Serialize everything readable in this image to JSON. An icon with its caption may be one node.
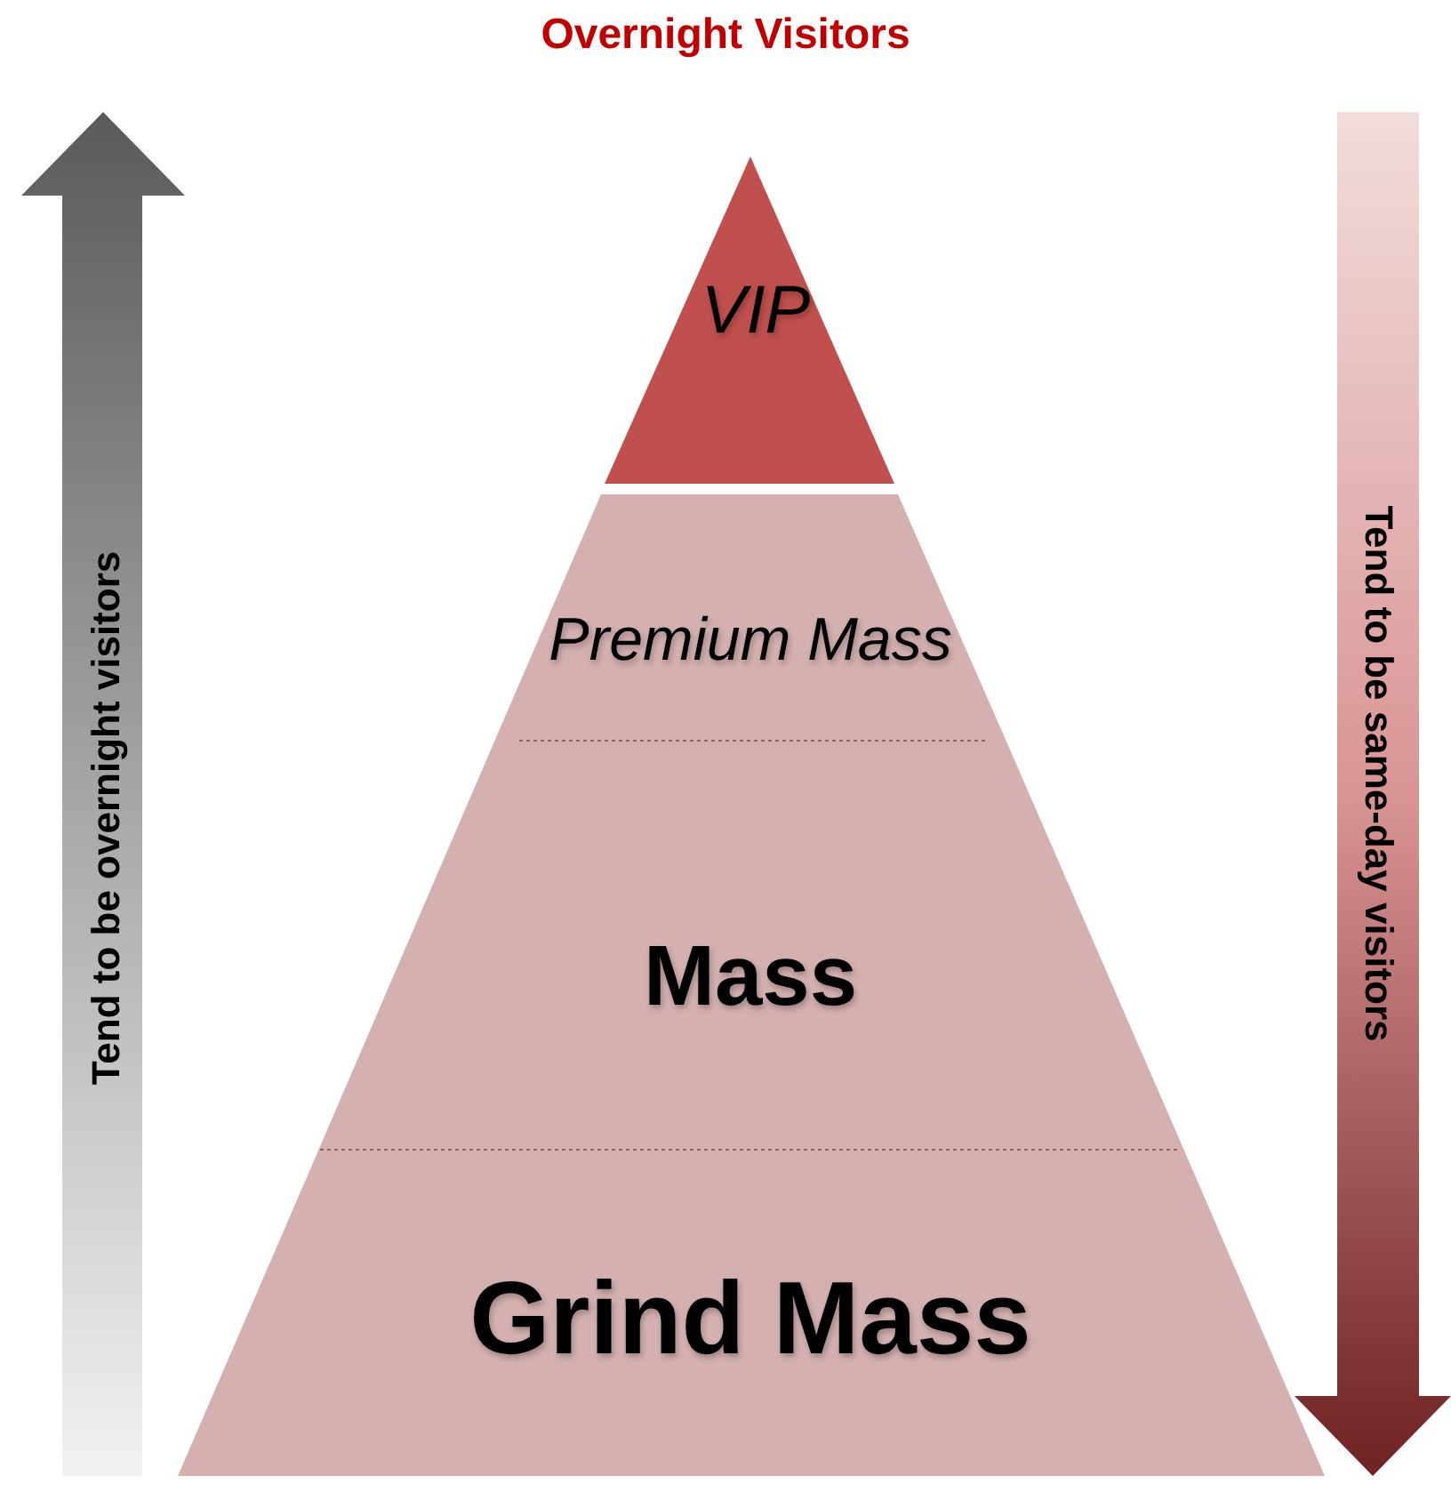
{
  "diagram": {
    "title": "Overnight Visitors",
    "nodes": [
      {
        "text": [
          "VIP"
        ]
      },
      {
        "text": [
          "Premium Mass"
        ]
      },
      {
        "text": [
          "Mass"
        ]
      },
      {
        "text": [
          "Grind Mass"
        ]
      }
    ],
    "labels": [
      "Tend to be overnight visitors",
      "Tend to be same-day visitors"
    ]
  }
}
